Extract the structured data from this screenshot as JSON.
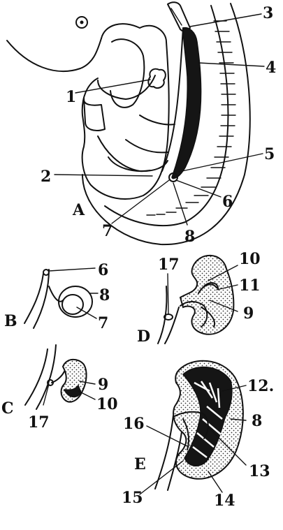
{
  "figure_letters": {
    "a": "A",
    "b": "B",
    "c": "C",
    "d": "D",
    "e": "E"
  },
  "labels": {
    "l1": "1",
    "l2": "2",
    "l3": "3",
    "l4": "4",
    "l5": "5",
    "l6": "6",
    "l7": "7",
    "l8": "8",
    "b6": "6",
    "b8": "8",
    "b7": "7",
    "c9": "9",
    "c10": "10",
    "c17": "17",
    "d17": "17",
    "d10": "10",
    "d11": "11",
    "d9": "9",
    "e12": "12.",
    "e8": "8",
    "e16": "16",
    "e13": "13",
    "e15": "15",
    "e14": "14"
  }
}
